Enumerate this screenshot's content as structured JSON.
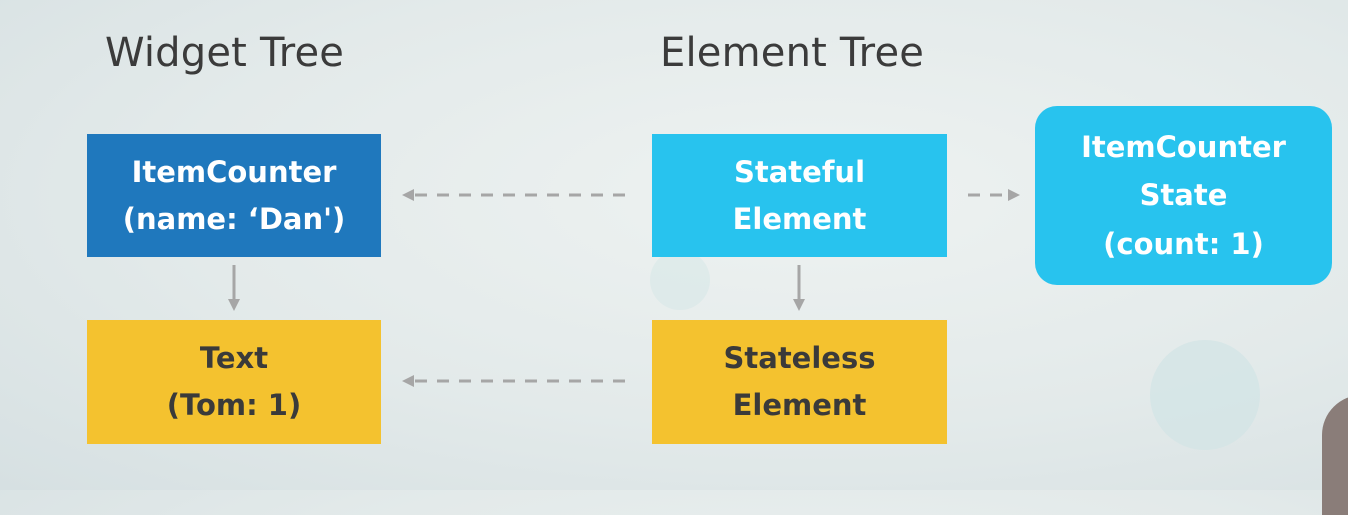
{
  "headings": {
    "widget_tree": "Widget Tree",
    "element_tree": "Element Tree"
  },
  "widget_tree": {
    "item_counter": {
      "line1": "ItemCounter",
      "line2": "(name: ‘Dan')"
    },
    "text": {
      "line1": "Text",
      "line2": "(Tom: 1)"
    }
  },
  "element_tree": {
    "stateful_element": {
      "line1": "Stateful",
      "line2": "Element"
    },
    "stateless_element": {
      "line1": "Stateless",
      "line2": "Element"
    }
  },
  "state_object": {
    "line1": "ItemCounter",
    "line2": "State",
    "line3": "(count: 1)"
  },
  "colors": {
    "widget_blue": "#1f78bd",
    "element_blue": "#28c3ee",
    "yellow": "#f4c22f",
    "arrow_gray": "#a6a6a6",
    "heading_text": "#3b3b3b"
  }
}
